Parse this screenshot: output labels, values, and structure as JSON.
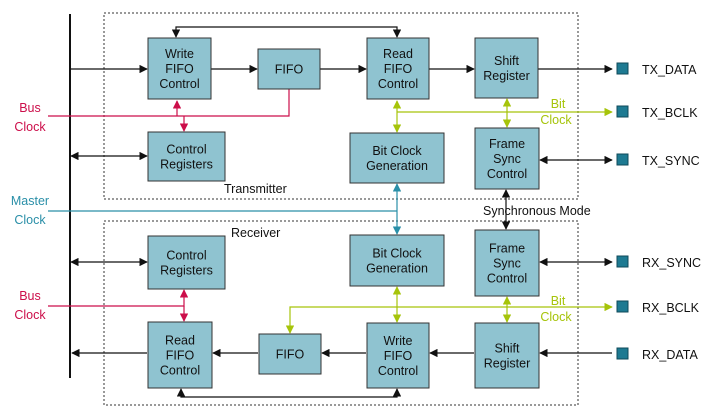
{
  "colors": {
    "block_fill": "#8fc3d0",
    "bus_clock": "#cc0e4a",
    "bit_clock": "#a6c40a",
    "master_clock": "#2a8fa8",
    "pin": "#1e7a92"
  },
  "labels": {
    "transmitter": "Transmitter",
    "receiver": "Receiver",
    "synchronous_mode": "Synchronous Mode",
    "bus_clock_top": [
      "Bus",
      "Clock"
    ],
    "bus_clock_bottom": [
      "Bus",
      "Clock"
    ],
    "master_clock": [
      "Master",
      "Clock"
    ],
    "bit_clock_top": [
      "Bit",
      "Clock"
    ],
    "bit_clock_bottom": [
      "Bit",
      "Clock"
    ]
  },
  "blocks": {
    "tx_write_fifo_control": [
      "Write",
      "FIFO",
      "Control"
    ],
    "tx_fifo": [
      "FIFO"
    ],
    "tx_read_fifo_control": [
      "Read",
      "FIFO",
      "Control"
    ],
    "tx_shift_register": [
      "Shift",
      "Register"
    ],
    "tx_control_registers": [
      "Control",
      "Registers"
    ],
    "tx_bit_clock_generation": [
      "Bit Clock",
      "Generation"
    ],
    "tx_frame_sync_control": [
      "Frame",
      "Sync",
      "Control"
    ],
    "rx_control_registers": [
      "Control",
      "Registers"
    ],
    "rx_bit_clock_generation": [
      "Bit Clock",
      "Generation"
    ],
    "rx_frame_sync_control": [
      "Frame",
      "Sync",
      "Control"
    ],
    "rx_read_fifo_control": [
      "Read",
      "FIFO",
      "Control"
    ],
    "rx_fifo": [
      "FIFO"
    ],
    "rx_write_fifo_control": [
      "Write",
      "FIFO",
      "Control"
    ],
    "rx_shift_register": [
      "Shift",
      "Register"
    ]
  },
  "signals": {
    "tx_data": "TX_DATA",
    "tx_bclk": "TX_BCLK",
    "tx_sync": "TX_SYNC",
    "rx_sync": "RX_SYNC",
    "rx_bclk": "RX_BCLK",
    "rx_data": "RX_DATA"
  }
}
